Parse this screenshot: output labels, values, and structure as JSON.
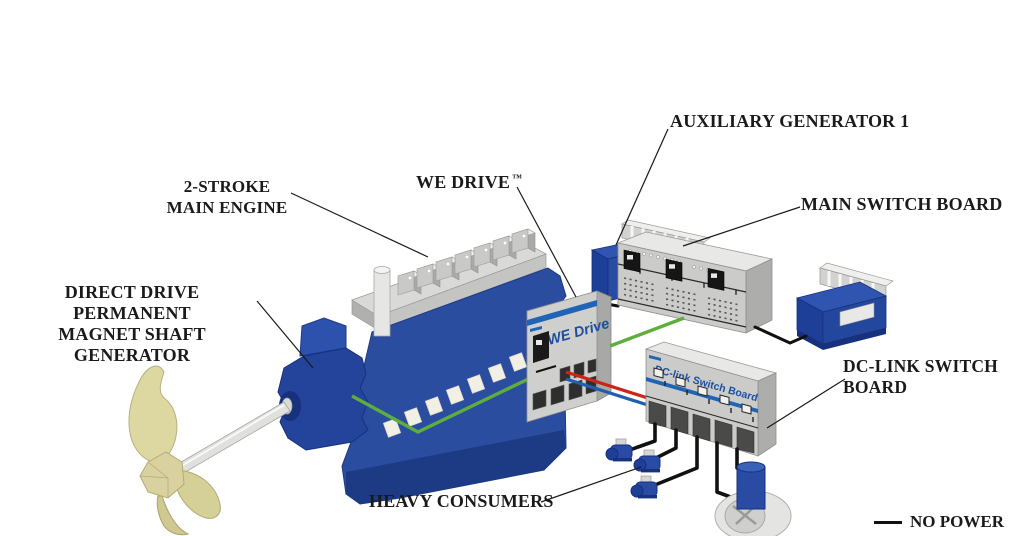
{
  "diagram": {
    "labels": {
      "auxiliary_generator": "AUXILIARY GENERATOR 1",
      "main_switch_board": "MAIN SWITCH BOARD",
      "main_engine_line1": "2-STROKE",
      "main_engine_line2": "MAIN ENGINE",
      "we_drive": "WE DRIVE",
      "we_drive_tm": "™",
      "shaft_generator_line1": "DIRECT DRIVE PERMANENT",
      "shaft_generator_line2": "MAGNET SHAFT GENERATOR",
      "dc_link_line1": "DC-LINK SWITCH",
      "dc_link_line2": "BOARD",
      "heavy_consumers": "HEAVY CONSUMERS"
    },
    "equipment_text": {
      "we_drive_cabinet": "WE Drive",
      "dc_link_cabinet": "DC-link Switch Board"
    },
    "legend": {
      "no_power": "NO POWER",
      "no_power_color": "#111111"
    },
    "colors": {
      "machine_blue": "#2b4da0",
      "machine_blue_dark": "#1d3a85",
      "power_line_green": "#5fae3d",
      "power_line_red": "#cc2418",
      "power_line_blue": "#1f5fad",
      "cable_black": "#111111",
      "cabinet_grey": "#cbcbc9",
      "stripe_blue": "#1f64b5",
      "cabinet_text_blue": "#1b4fa0",
      "propeller_brass": "#ddd7a2"
    }
  }
}
